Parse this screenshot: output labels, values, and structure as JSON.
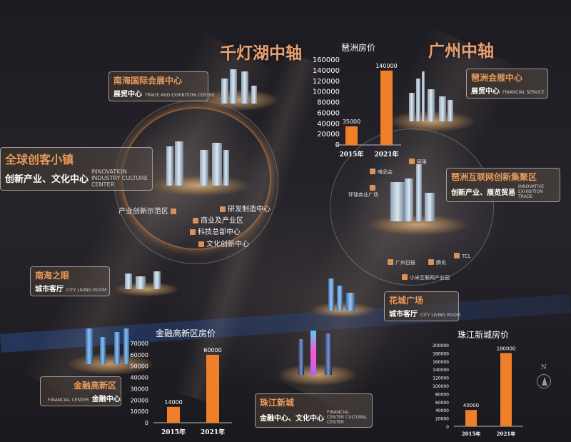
{
  "axes": {
    "left_title": "千灯湖中轴",
    "right_title": "广州中轴"
  },
  "callouts": [
    {
      "title": "南海国际会展中心",
      "sub": "展贸中心",
      "en": "TRADE AND EXHIBITION CENTRE"
    },
    {
      "title": "全球创客小镇",
      "sub": "创新产业、文化中心",
      "en": "INNOVATION INDUSTRY CULTURE CENTER"
    },
    {
      "title": "琶洲会展中心",
      "sub": "展贸中心",
      "en": "FINANCIAL SERVICE"
    },
    {
      "title": "琶洲互联网创新集聚区",
      "sub": "创新产业、展览贸易",
      "en": "INNOVATIVE EXHIBITION TRADE"
    },
    {
      "title": "南海之眼",
      "sub": "城市客厅",
      "en": "CITY LIVING ROOM"
    },
    {
      "title": "花城广场",
      "sub": "城市客厅",
      "en": "CITY LIVING ROOM"
    },
    {
      "title": "金融高新区",
      "sub": "金融中心",
      "en": "FINANCIAL CENTER"
    },
    {
      "title": "珠江新城",
      "sub": "金融中心、文化中心",
      "en": "FINANCIAL CENTER CULTURAL CENTER"
    }
  ],
  "tags_left": [
    "产业创新示范区",
    "研发制造中心",
    "商业及产业区",
    "科技总部中心",
    "文化创新中心"
  ],
  "tags_right": [
    "阿里",
    "唯品会",
    "环球商业广场",
    "TCL",
    "广州日报",
    "腾讯",
    "小米互联网产业园"
  ],
  "compass": "N",
  "colors": {
    "bar": "#f07f2a",
    "accent": "#e89a5c"
  },
  "chart_data": [
    {
      "type": "bar",
      "title": "琶洲房价",
      "categories": [
        "2015年",
        "2021年"
      ],
      "values": [
        35000,
        140000
      ],
      "labels": [
        "35000",
        "140000"
      ],
      "ylim": [
        0,
        160000
      ],
      "yticks": [
        "0",
        "20000",
        "40000",
        "60000",
        "80000",
        "100000",
        "120000",
        "140000",
        "160000"
      ]
    },
    {
      "type": "bar",
      "title": "金融高新区房价",
      "categories": [
        "2015年",
        "2021年"
      ],
      "values": [
        14000,
        60000
      ],
      "labels": [
        "14000",
        "60000"
      ],
      "ylim": [
        0,
        70000
      ],
      "yticks": [
        "0",
        "10000",
        "20000",
        "30000",
        "40000",
        "50000",
        "60000",
        "70000"
      ]
    },
    {
      "type": "bar",
      "title": "珠江新城房价",
      "categories": [
        "2015年",
        "2021年"
      ],
      "values": [
        40000,
        180000
      ],
      "labels": [
        "40000",
        "180000"
      ],
      "ylim": [
        0,
        200000
      ],
      "yticks": [
        "0",
        "20000",
        "40000",
        "60000",
        "80000",
        "100000",
        "120000",
        "140000",
        "160000",
        "180000",
        "200000"
      ]
    }
  ]
}
